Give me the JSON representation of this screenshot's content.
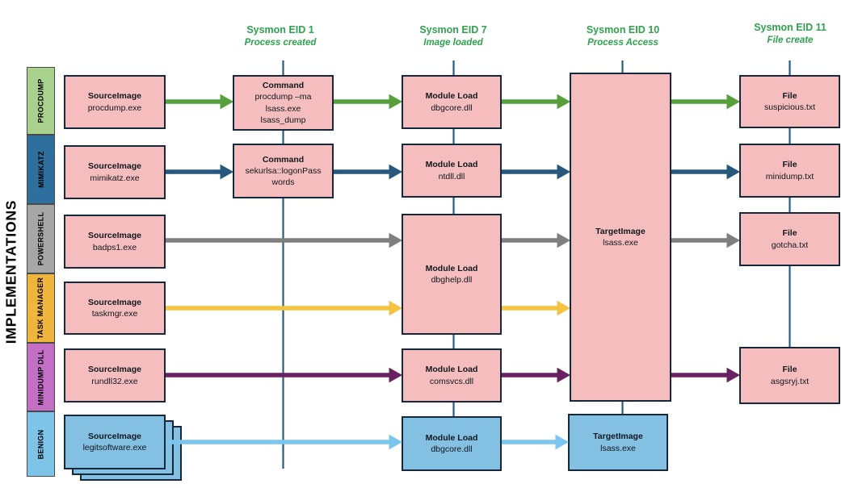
{
  "sidebar": {
    "title": "IMPLEMENTATIONS",
    "rows": [
      {
        "label": "PROCDUMP"
      },
      {
        "label": "MIMIKATZ"
      },
      {
        "label": "POWERSHELL"
      },
      {
        "label": "TASK MANAGER"
      },
      {
        "label": "MINIDUMP DLL"
      },
      {
        "label": "BENIGN"
      }
    ]
  },
  "columns": [
    {
      "title": "Sysmon EID 1",
      "subtitle": "Process created"
    },
    {
      "title": "Sysmon EID 7",
      "subtitle": "Image loaded"
    },
    {
      "title": "Sysmon EID 10",
      "subtitle": "Process Access"
    },
    {
      "title": "Sysmon EID 11",
      "subtitle": "File create"
    }
  ],
  "boxes": {
    "src_procdump": {
      "title": "SourceImage",
      "line": "procdump.exe"
    },
    "src_mimikatz": {
      "title": "SourceImage",
      "line": "mimikatz.exe"
    },
    "src_powershell": {
      "title": "SourceImage",
      "line": "badps1.exe"
    },
    "src_taskmgr": {
      "title": "SourceImage",
      "line": "taskmgr.exe"
    },
    "src_rundll32": {
      "title": "SourceImage",
      "line": "rundll32.exe"
    },
    "src_benign": {
      "title": "SourceImage",
      "line": "legitsoftware.exe"
    },
    "cmd_procdump": {
      "title": "Command",
      "lines": [
        "procdump –ma",
        "lsass.exe",
        "lsass_dump"
      ]
    },
    "cmd_mimikatz": {
      "title": "Command",
      "lines": [
        "sekurlsa::logonPass",
        "words"
      ]
    },
    "mod_dbgcore": {
      "title": "Module Load",
      "line": "dbgcore.dll"
    },
    "mod_ntdll": {
      "title": "Module Load",
      "line": "ntdll.dll"
    },
    "mod_dbghelp": {
      "title": "Module Load",
      "line": "dbghelp.dll"
    },
    "mod_comsvcs": {
      "title": "Module Load",
      "line": "comsvcs.dll"
    },
    "mod_benign": {
      "title": "Module Load",
      "line": "dbgcore.dll"
    },
    "target_main": {
      "title": "TargetImage",
      "line": "lsass.exe"
    },
    "target_benign": {
      "title": "TargetImage",
      "line": "lsass.exe"
    },
    "file_suspicious": {
      "title": "File",
      "line": "suspicious.txt"
    },
    "file_minidump": {
      "title": "File",
      "line": "minidump.txt"
    },
    "file_gotcha": {
      "title": "File",
      "line": "gotcha.txt"
    },
    "file_asgsryj": {
      "title": "File",
      "line": "asgsryj.txt"
    }
  },
  "colors": {
    "header_green": "#2EA24E",
    "box_pink": "#F5BDBD",
    "box_blue": "#84C0E2",
    "box_border": "#16283C",
    "connector_line": "#2A5C7E",
    "arrow_green": "#569F3A",
    "arrow_navy": "#27587D",
    "arrow_gray": "#7F7F7F",
    "arrow_yellow": "#F4C33F",
    "arrow_purple": "#6A2161",
    "arrow_lightblue": "#7AC6EE",
    "row_procdump": "#A9D18E",
    "row_mimikatz": "#2E6F9E",
    "row_powershell": "#A6A6A6",
    "row_taskmanager": "#EFB53D",
    "row_minidumpdll": "#C36FC6",
    "row_benign": "#7EC3E8",
    "text_dark": "#10181F"
  }
}
